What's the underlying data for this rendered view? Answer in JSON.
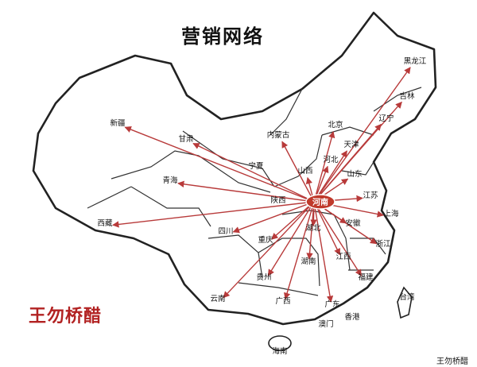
{
  "title": "营销网络",
  "watermark": "王勿桥醋",
  "caption": "王勿桥醋",
  "colors": {
    "arrow": "#b83a3a",
    "hub": "#c0392b",
    "outline": "#222222",
    "land": "#ffffff",
    "label": "#111111",
    "brand": "#b22222"
  },
  "hub": {
    "name": "河南"
  },
  "provinces": [
    {
      "name": "新疆",
      "destination": true
    },
    {
      "name": "西藏",
      "destination": true
    },
    {
      "name": "青海",
      "destination": true
    },
    {
      "name": "甘肃",
      "destination": true
    },
    {
      "name": "内蒙古",
      "destination": true
    },
    {
      "name": "宁夏",
      "destination": false
    },
    {
      "name": "陕西",
      "destination": false
    },
    {
      "name": "四川",
      "destination": true
    },
    {
      "name": "重庆",
      "destination": true
    },
    {
      "name": "贵州",
      "destination": true
    },
    {
      "name": "云南",
      "destination": true
    },
    {
      "name": "广西",
      "destination": true
    },
    {
      "name": "湖南",
      "destination": true
    },
    {
      "name": "湖北",
      "destination": true
    },
    {
      "name": "山西",
      "destination": true
    },
    {
      "name": "河北",
      "destination": true
    },
    {
      "name": "北京",
      "destination": true
    },
    {
      "name": "天津",
      "destination": true
    },
    {
      "name": "辽宁",
      "destination": true
    },
    {
      "name": "吉林",
      "destination": true
    },
    {
      "name": "黑龙江",
      "destination": true
    },
    {
      "name": "山东",
      "destination": true
    },
    {
      "name": "江苏",
      "destination": true
    },
    {
      "name": "安徽",
      "destination": true
    },
    {
      "name": "上海",
      "destination": true
    },
    {
      "name": "浙江",
      "destination": true
    },
    {
      "name": "江西",
      "destination": true
    },
    {
      "name": "福建",
      "destination": true
    },
    {
      "name": "广东",
      "destination": true
    },
    {
      "name": "香港",
      "destination": false
    },
    {
      "name": "澳门",
      "destination": false
    },
    {
      "name": "台湾",
      "destination": false
    },
    {
      "name": "海南",
      "destination": false
    }
  ]
}
